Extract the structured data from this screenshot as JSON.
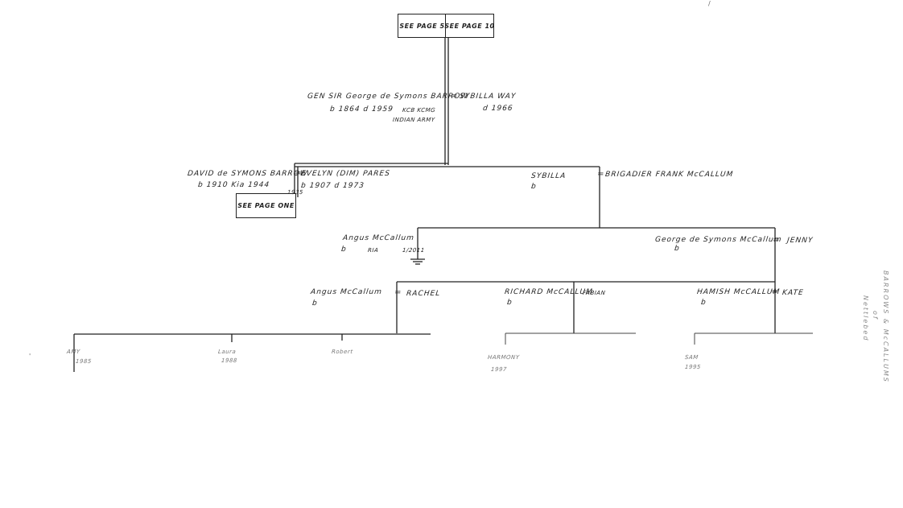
{
  "ref_boxes": {
    "page5": "SEE PAGE 5",
    "page10": "SEE PAGE 10",
    "page_one": "SEE PAGE ONE"
  },
  "gen1": {
    "husband": "GEN SIR George de Symons BARROW",
    "husband_dates": "b 1864  d 1959",
    "husband_honours": "KCB KCMG",
    "husband_service": "INDIAN ARMY",
    "eq": "=",
    "wife": "SYBILLA WAY",
    "wife_dates": "d 1966"
  },
  "gen2": {
    "david": "DAVID de SYMONS BARROW",
    "david_dates": "b 1910   Kia 1944",
    "marriage_year": "1935",
    "eq1": "=",
    "evelyn": "EVELYN (DIM) PARES",
    "evelyn_dates": "b 1907  d 1973",
    "sybilla": "SYBILLA",
    "sybilla_b": "b",
    "eq2": "=",
    "frank": "BRIGADIER FRANK McCALLUM"
  },
  "gen3": {
    "angus": "Angus McCallum",
    "angus_b": "b",
    "angus_ria": "RIA",
    "angus_death": "1/2011",
    "george": "George de Symons McCallum",
    "george_b": "b",
    "eq": "=",
    "jenny": "JENNY"
  },
  "gen4": {
    "angus": "Angus McCallum",
    "angus_b": "b",
    "eq1": "=",
    "rachel": "RACHEL",
    "richard": "RICHARD McCALLUM",
    "richard_b": "b",
    "fabian": "FABIAN",
    "hamish": "HAMISH McCALLUM",
    "hamish_b": "b",
    "eq2": "=",
    "kate": "KATE"
  },
  "gen5": {
    "amy": "AMY",
    "amy_year": "1985",
    "laura": "Laura",
    "laura_year": "1988",
    "robert": "Robert",
    "harmony": "HARMONY",
    "harmony_year": "1997",
    "sam": "SAM",
    "sam_year": "1995"
  },
  "margin_note": "BARROWS & McCALLUMS",
  "margin_note_2": "of",
  "margin_note_3": "Nettlebed"
}
